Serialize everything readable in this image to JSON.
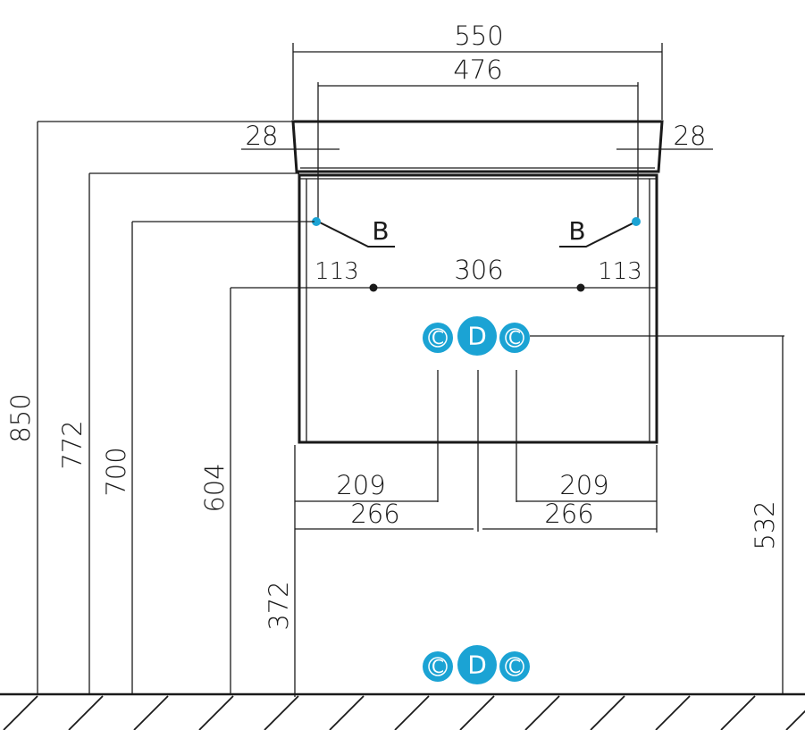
{
  "dimensions": {
    "total_width": "550",
    "inner_width": "476",
    "side_offset_left": "28",
    "side_offset_right": "28",
    "height_total": "850",
    "height_cabinet_top": "772",
    "height_water_inlet": "700",
    "height_inlet_line": "604",
    "height_bottom": "372",
    "height_outlet": "532",
    "inlet_left": "113",
    "inlet_center": "306",
    "inlet_right": "113",
    "pipe_left_inner": "209",
    "pipe_left_outer": "266",
    "pipe_right_inner": "209",
    "pipe_right_outer": "266"
  },
  "markers": {
    "supply_left": "B",
    "supply_right": "B",
    "cold": "C",
    "drain": "D",
    "hot": "C"
  },
  "colors": {
    "accent": "#1ba3d4",
    "line": "#1a1a1a",
    "background": "#ffffff"
  }
}
